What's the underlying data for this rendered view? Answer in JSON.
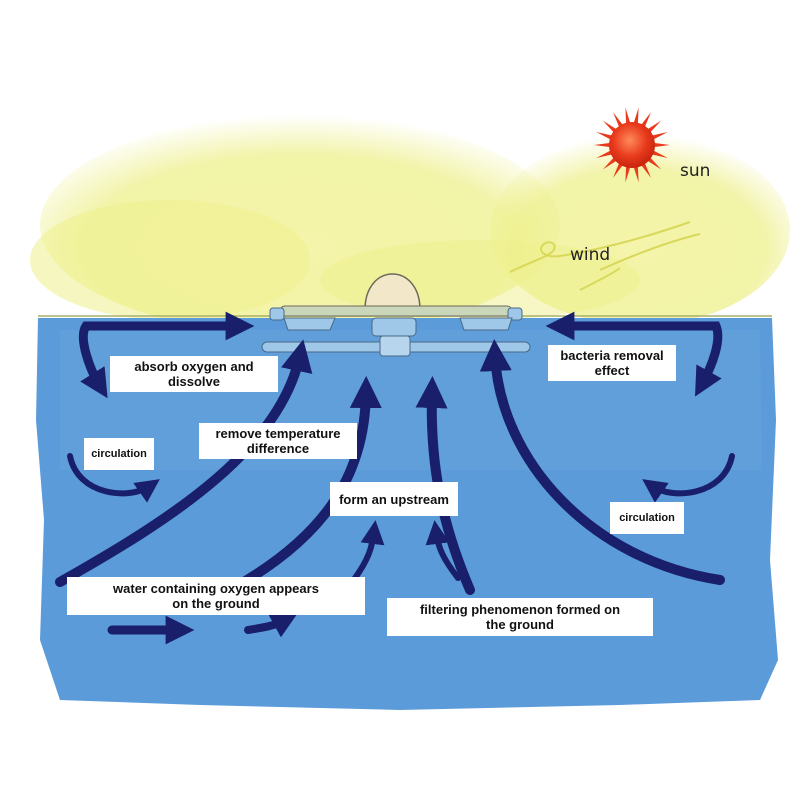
{
  "colors": {
    "water": "#5b9bd9",
    "water_light": "#7fb3e6",
    "sky_glow": "#eef08c",
    "arrow": "#1a1f6b",
    "sun": "#e83a1c",
    "sun_core": "#f4582a",
    "device": "#9ec7e8",
    "dome": "#f2e8c9",
    "horizon": "#a9b06a"
  },
  "icons": {
    "sun": "sun-icon",
    "wind": "wind-icon",
    "aerator": "aerator-device-icon"
  },
  "sky": {
    "sun_label": "sun",
    "wind_label": "wind"
  },
  "labels": {
    "absorb": "absorb oxygen and\ndissolve",
    "bacteria": "bacteria removal\neffect",
    "circulation_left": "circulation",
    "circulation_right": "circulation",
    "temperature": "remove temperature\ndifference",
    "upstream": "form an upstream",
    "oxygen_ground": "water containing oxygen appears\non the ground",
    "filtering": "filtering phenomenon formed on\nthe ground"
  }
}
